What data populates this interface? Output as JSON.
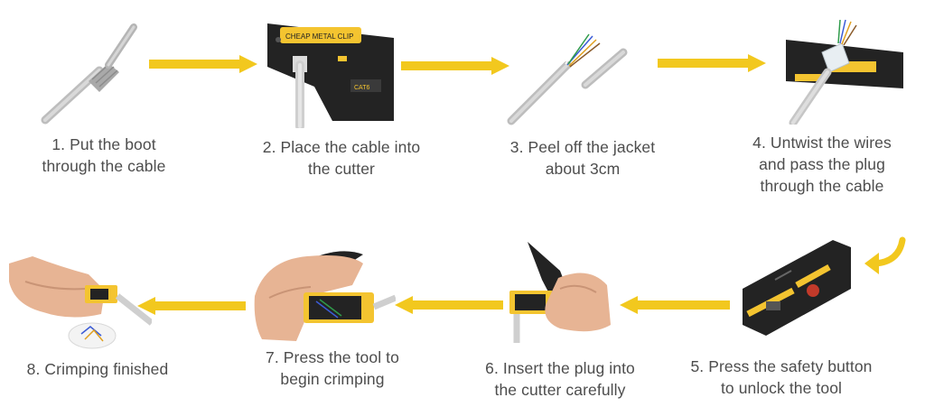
{
  "title": "",
  "steps": [
    {
      "number": 1,
      "lines": [
        "1. Put the boot",
        "through the cable"
      ]
    },
    {
      "number": 2,
      "lines": [
        "2. Place the cable into",
        "the cutter"
      ]
    },
    {
      "number": 3,
      "lines": [
        "3. Peel off the jacket",
        "about 3cm"
      ]
    },
    {
      "number": 4,
      "lines": [
        "4. Untwist the wires",
        "and pass the plug",
        "through the cable"
      ]
    },
    {
      "number": 5,
      "lines": [
        "5. Press the safety button",
        "to unlock the tool"
      ]
    },
    {
      "number": 6,
      "lines": [
        "6. Insert the plug into",
        "the cutter carefully"
      ]
    },
    {
      "number": 7,
      "lines": [
        "7. Press the tool to",
        "begin crimping"
      ]
    },
    {
      "number": 8,
      "lines": [
        "8. Crimping finished"
      ]
    }
  ],
  "tool_labels": {
    "clip_label": "CHEAP METAL CLIP",
    "cat_label": "CAT6"
  },
  "colors": {
    "arrow": "#f2c81e",
    "tool_body": "#232323",
    "tool_accent": "#f4c430",
    "cable": "#cfcfcf",
    "caption": "#4d4d4d",
    "skin": "#e7b494"
  }
}
